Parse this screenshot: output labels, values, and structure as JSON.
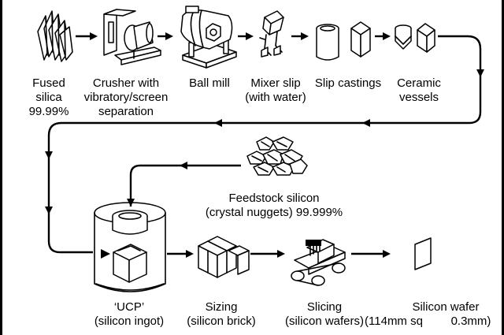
{
  "steps": {
    "fused_silica": {
      "line1": "Fused",
      "line2": "silica",
      "line3": "99.99%"
    },
    "crusher": {
      "line1": "Crusher with",
      "line2": "vibratory/screen",
      "line3": "separation"
    },
    "ball_mill": {
      "line1": "Ball mill"
    },
    "mixer_slip": {
      "line1": "Mixer slip",
      "line2": "(with water)"
    },
    "slip_castings": {
      "line1": "Slip castings"
    },
    "ceramic_vessels": {
      "line1": "Ceramic",
      "line2": "vessels"
    },
    "feedstock": {
      "line1": "Feedstock silicon",
      "line2": "(crystal nuggets) 99.999%"
    },
    "ucp": {
      "line1": "‘UCP’",
      "line2": "(silicon ingot)"
    },
    "sizing": {
      "line1": "Sizing",
      "line2": "(silicon brick)"
    },
    "slicing": {
      "line1": "Slicing",
      "line2": "(silicon wafers)"
    },
    "wafer": {
      "line1": "Silicon wafer",
      "line2": "(114mm sq",
      "line3": "0.3mm)"
    }
  },
  "colors": {
    "ink": "#000000",
    "background": "#ffffff"
  }
}
